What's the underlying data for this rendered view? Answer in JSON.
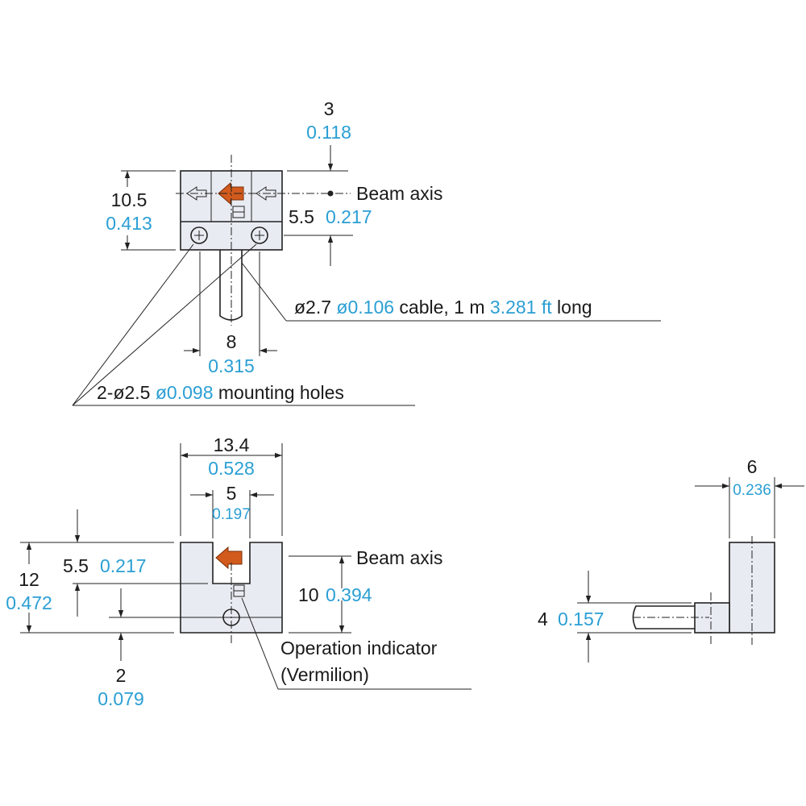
{
  "colors": {
    "primary_text": "#1a1a1a",
    "inch_value": "#2b9fd4",
    "indicator": "#d25a1c",
    "housing": "#e8ecf2"
  },
  "top_view": {
    "dim_top": {
      "mm": "3",
      "inch": "0.118"
    },
    "dim_height": {
      "mm": "10.5",
      "inch": "0.413"
    },
    "beam_axis": "Beam axis",
    "dim_beam": {
      "mm": "5.5",
      "inch": "0.217"
    },
    "cable": {
      "prefix": "ø2.7 ",
      "inch": "ø0.106",
      "mid": " cable, 1 m ",
      "ft": "3.281 ft",
      "suffix": " long"
    },
    "dim_cable_width": {
      "mm": "8",
      "inch": "0.315"
    },
    "holes": {
      "prefix": "2-ø2.5 ",
      "inch": "ø0.098",
      "suffix": " mounting holes"
    }
  },
  "front_view": {
    "dim_width": {
      "mm": "13.4",
      "inch": "0.528"
    },
    "dim_slot": {
      "mm": "5",
      "inch": "0.197"
    },
    "dim_beam": {
      "mm": "5.5",
      "inch": "0.217"
    },
    "beam_axis": "Beam axis",
    "dim_height": {
      "mm": "12",
      "inch": "0.472"
    },
    "dim_slot_depth": {
      "mm": "10",
      "inch": "0.394"
    },
    "indicator_line1": "Operation indicator",
    "indicator_line2": "(Vermilion)",
    "dim_bottom": {
      "mm": "2",
      "inch": "0.079"
    }
  },
  "side_view": {
    "dim_thickness": {
      "mm": "6",
      "inch": "0.236"
    },
    "dim_cable": {
      "mm": "4",
      "inch": "0.157"
    }
  }
}
